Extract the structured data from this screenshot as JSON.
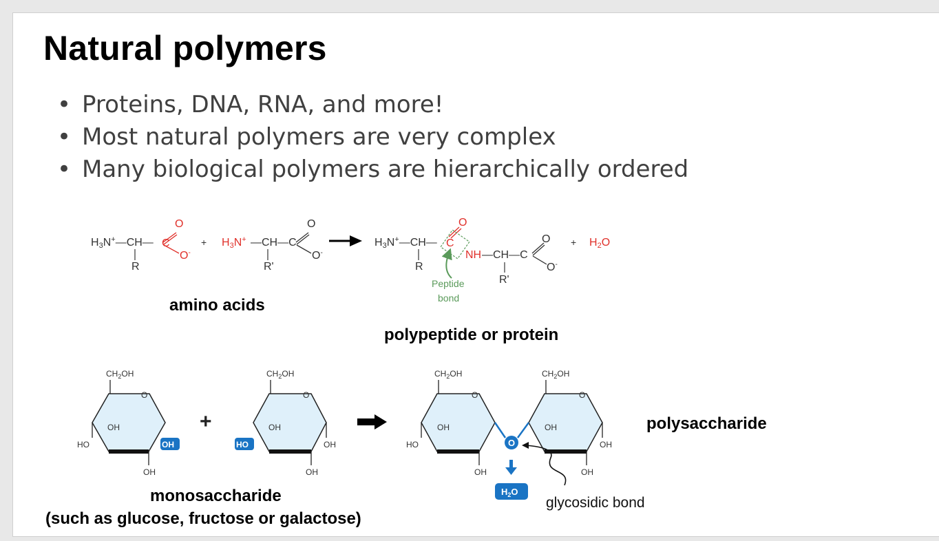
{
  "slide": {
    "title": "Natural polymers",
    "bullets": [
      "Proteins, DNA, RNA, and more!",
      "Most natural polymers are very complex",
      "Many biological polymers are hierarchically ordered"
    ]
  },
  "peptide": {
    "caption_left": "amino acids",
    "caption_right": "polypeptide or protein",
    "bond_label_1": "Peptide",
    "bond_label_2": "bond",
    "colors": {
      "red": "#e0302a",
      "green": "#5a9a5a"
    }
  },
  "sugar": {
    "caption_mono_1": "monosaccharide",
    "caption_mono_2": "(such as glucose, fructose or galactose)",
    "caption_poly": "polysaccharide",
    "bond_label": "glycosidic bond",
    "colors": {
      "ring_fill": "#dff0fa",
      "highlight": "#1a74c4"
    }
  }
}
